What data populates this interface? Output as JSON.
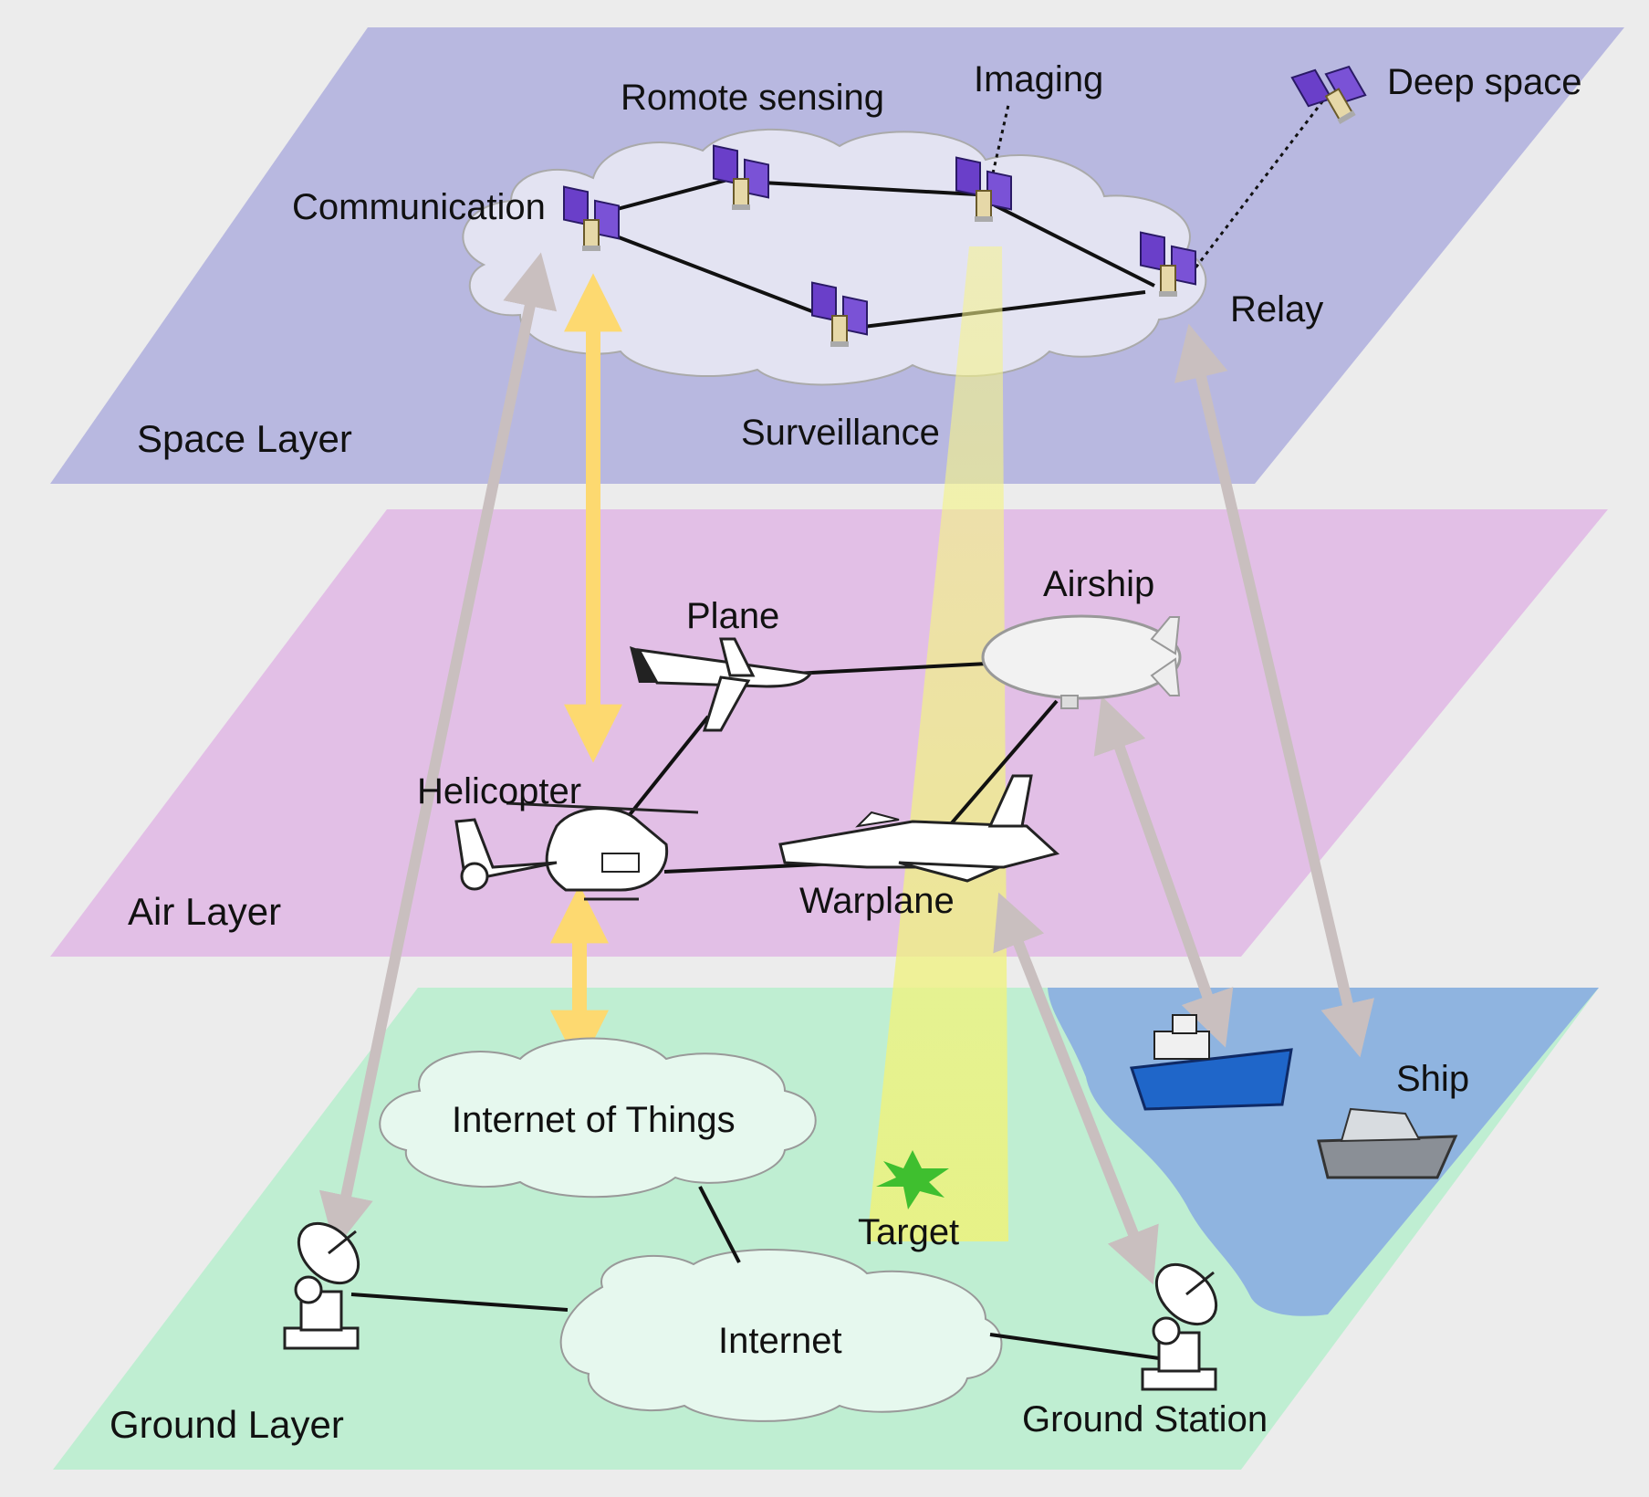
{
  "layers": {
    "space": {
      "label": "Space Layer",
      "color": "#1a1aff",
      "fill": "#b8b8e0"
    },
    "air": {
      "label": "Air Layer",
      "color": "#4a2a7a",
      "fill": "#e2bfe6"
    },
    "ground": {
      "label": "Ground Layer",
      "color": "#1f5a1f",
      "fill": "#bfeed2"
    }
  },
  "space_nodes": {
    "communication": "Communication",
    "remote_sensing": "Romote sensing",
    "imaging": "Imaging",
    "deep_space": "Deep space",
    "relay": "Relay",
    "surveillance": "Surveillance"
  },
  "air_nodes": {
    "plane": "Plane",
    "airship": "Airship",
    "helicopter": "Helicopter",
    "warplane": "Warplane"
  },
  "ground_nodes": {
    "iot": "Internet of Things",
    "internet": "Internet",
    "target": "Target",
    "ground_station": "Ground Station",
    "ship": "Ship"
  },
  "colors": {
    "water": "#8fb4e0",
    "beam": "#f2f08a",
    "link_arrow": "#fdd970",
    "gray_arrow": "#c9bfbf",
    "satellite_panel": "#6a3fc9",
    "target": "#3fbf2f"
  }
}
